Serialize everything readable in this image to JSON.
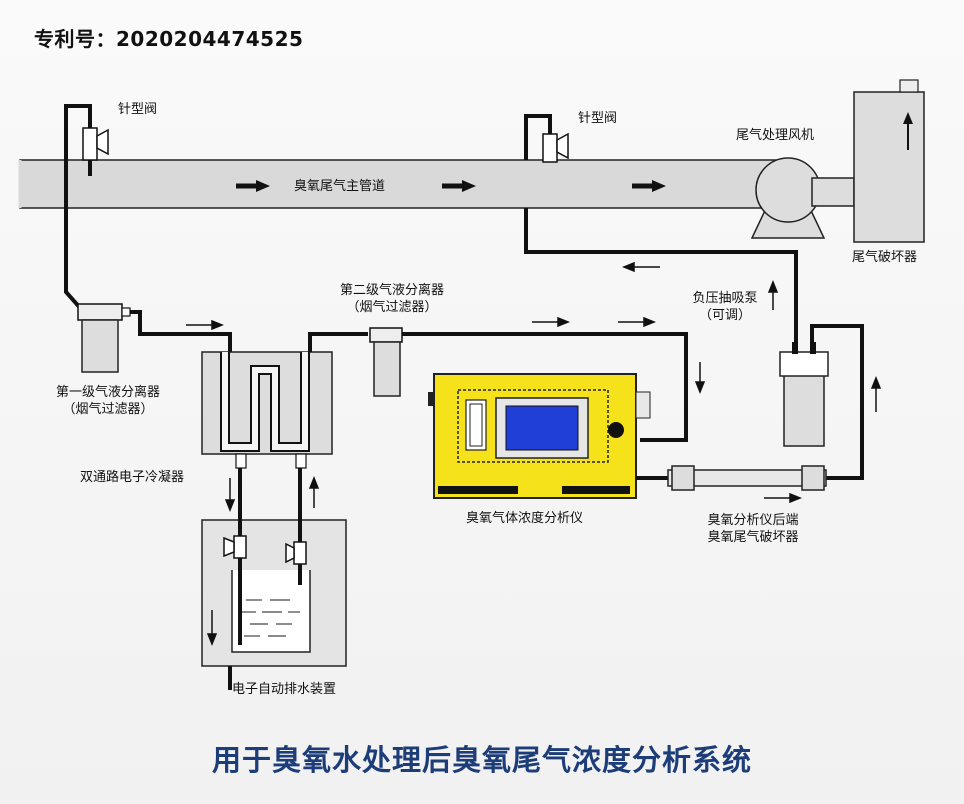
{
  "patent_label": "专利号：2020204474525",
  "title": "用于臭氧水处理后臭氧尾气浓度分析系统",
  "labels": {
    "needle_valve_1": "针型阀",
    "needle_valve_2": "针型阀",
    "main_pipe": "臭氧尾气主管道",
    "fan": "尾气处理风机",
    "tail_destroyer": "尾气破坏器",
    "stage2_separator_line1": "第二级气液分离器",
    "stage2_separator_line2": "（烟气过滤器）",
    "pump_line1": "负压抽吸泵",
    "pump_line2": "（可调）",
    "stage1_separator_line1": "第一级气液分离器",
    "stage1_separator_line2": "（烟气过滤器）",
    "condenser": "双通路电子冷凝器",
    "analyzer": "臭氧气体浓度分析仪",
    "rear_destroyer_line1": "臭氧分析仪后端",
    "rear_destroyer_line2": "臭氧尾气破坏器",
    "drain_device": "电子自动排水装置"
  },
  "colors": {
    "pipe": "#d9d9d9",
    "line": "#111111",
    "analyzer_body": "#f5e21a",
    "screen": "#1f3fd6",
    "title": "#1d3d78"
  }
}
